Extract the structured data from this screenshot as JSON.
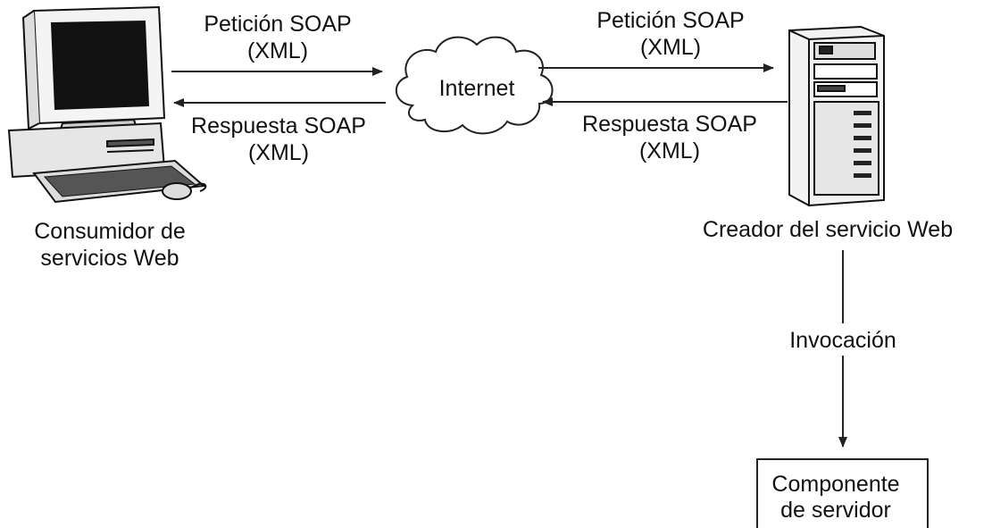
{
  "client": {
    "label_line1": "Consumidor de",
    "label_line2": "servicios Web"
  },
  "left_request": {
    "line1": "Petición SOAP",
    "line2": "(XML)"
  },
  "left_response": {
    "line1": "Respuesta SOAP",
    "line2": "(XML)"
  },
  "cloud": {
    "label": "Internet"
  },
  "right_request": {
    "line1": "Petición SOAP",
    "line2": "(XML)"
  },
  "right_response": {
    "line1": "Respuesta SOAP",
    "line2": "(XML)"
  },
  "server": {
    "label": "Creador del servicio Web"
  },
  "invocation": {
    "label": "Invocación"
  },
  "component": {
    "line1": "Componente",
    "line2": "de servidor"
  }
}
